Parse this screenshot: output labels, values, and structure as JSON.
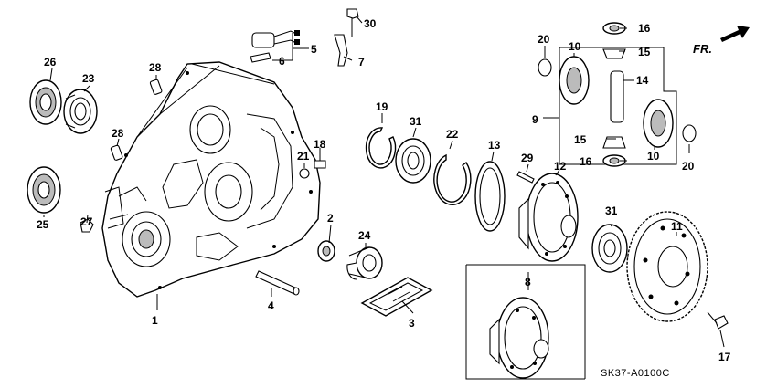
{
  "diagram": {
    "labels": [
      {
        "id": "1",
        "text": "1"
      },
      {
        "id": "2",
        "text": "2"
      },
      {
        "id": "3",
        "text": "3"
      },
      {
        "id": "4",
        "text": "4"
      },
      {
        "id": "5",
        "text": "5"
      },
      {
        "id": "6",
        "text": "6"
      },
      {
        "id": "7",
        "text": "7"
      },
      {
        "id": "8",
        "text": "8"
      },
      {
        "id": "9",
        "text": "9"
      },
      {
        "id": "10a",
        "text": "10"
      },
      {
        "id": "10b",
        "text": "10"
      },
      {
        "id": "11",
        "text": "11"
      },
      {
        "id": "12",
        "text": "12"
      },
      {
        "id": "13",
        "text": "13"
      },
      {
        "id": "14",
        "text": "14"
      },
      {
        "id": "15a",
        "text": "15"
      },
      {
        "id": "15b",
        "text": "15"
      },
      {
        "id": "16a",
        "text": "16"
      },
      {
        "id": "16b",
        "text": "16"
      },
      {
        "id": "17",
        "text": "17"
      },
      {
        "id": "18",
        "text": "18"
      },
      {
        "id": "19",
        "text": "19"
      },
      {
        "id": "20a",
        "text": "20"
      },
      {
        "id": "20b",
        "text": "20"
      },
      {
        "id": "21",
        "text": "21"
      },
      {
        "id": "22",
        "text": "22"
      },
      {
        "id": "23",
        "text": "23"
      },
      {
        "id": "24",
        "text": "24"
      },
      {
        "id": "25",
        "text": "25"
      },
      {
        "id": "26",
        "text": "26"
      },
      {
        "id": "27",
        "text": "27"
      },
      {
        "id": "28a",
        "text": "28"
      },
      {
        "id": "28b",
        "text": "28"
      },
      {
        "id": "29",
        "text": "29"
      },
      {
        "id": "30",
        "text": "30"
      },
      {
        "id": "31a",
        "text": "31"
      },
      {
        "id": "31b",
        "text": "31"
      }
    ],
    "direction_marker": "FR.",
    "diagram_code": "SK37-A0100C"
  }
}
